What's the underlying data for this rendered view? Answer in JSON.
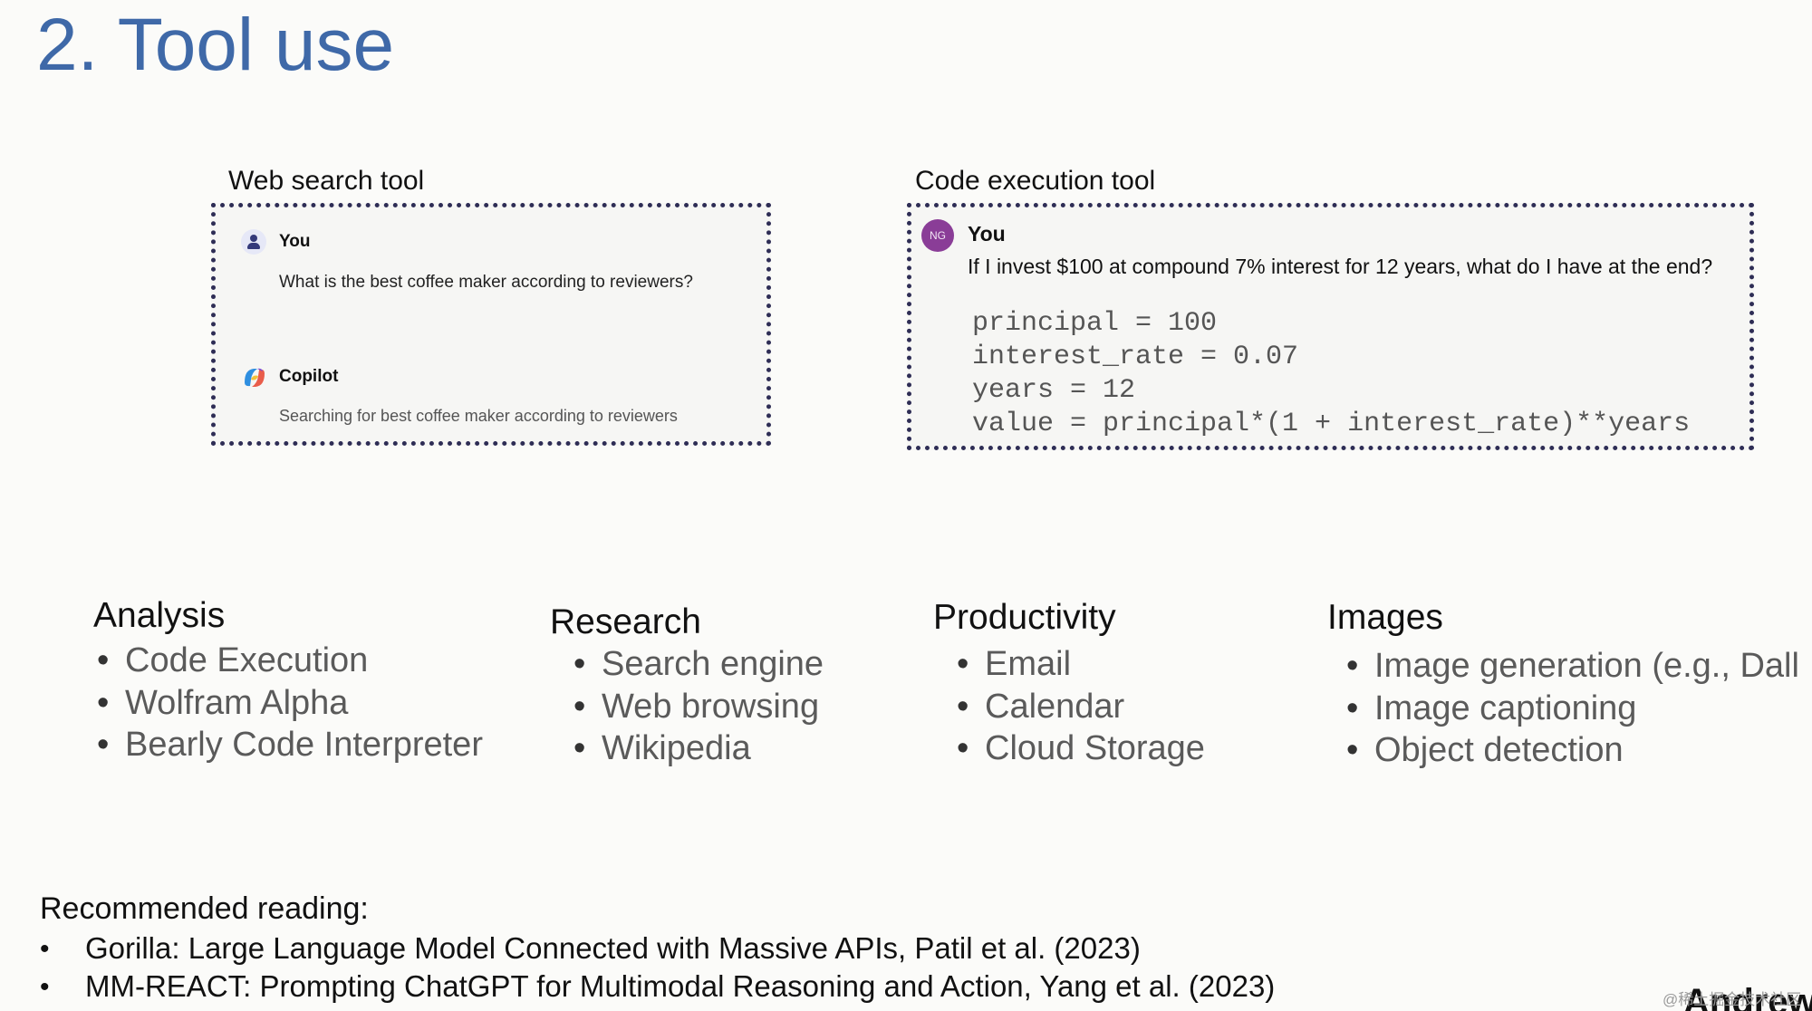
{
  "slide": {
    "title": "2. Tool use"
  },
  "web_search": {
    "label": "Web search tool",
    "user_name": "You",
    "user_message": "What is the best coffee maker according to reviewers?",
    "bot_name": "Copilot",
    "bot_status": "Searching for best coffee maker according to reviewers"
  },
  "code_exec": {
    "label": "Code execution tool",
    "avatar_initials": "NG",
    "user_name": "You",
    "question": "If I invest $100 at compound 7% interest for 12 years, what do I have at the end?",
    "code_lines": [
      "principal = 100",
      "interest_rate = 0.07",
      "years = 12",
      "value = principal*(1 + interest_rate)**years"
    ]
  },
  "categories": [
    {
      "heading": "Analysis",
      "items": [
        "Code Execution",
        "Wolfram Alpha",
        "Bearly Code Interpreter"
      ]
    },
    {
      "heading": "Research",
      "items": [
        "Search engine",
        "Web browsing",
        "Wikipedia"
      ]
    },
    {
      "heading": "Productivity",
      "items": [
        "Email",
        "Calendar",
        "Cloud Storage"
      ]
    },
    {
      "heading": "Images",
      "items": [
        "Image generation (e.g., Dall",
        "Image captioning",
        "Object detection"
      ]
    }
  ],
  "reading": {
    "heading": "Recommended reading:",
    "items": [
      "Gorilla: Large Language Model Connected with Massive APIs, Patil et al. (2023)",
      "MM-REACT: Prompting ChatGPT for Multimodal Reasoning and Action, Yang et al. (2023)"
    ]
  },
  "footer": {
    "speaker": "Andrew",
    "watermark": "@稀土掘金技术社区"
  },
  "colors": {
    "title": "#3f69a8",
    "box_border": "#2e2d55",
    "avatar": "#8a3d97",
    "list_text": "#5a5a5a"
  }
}
